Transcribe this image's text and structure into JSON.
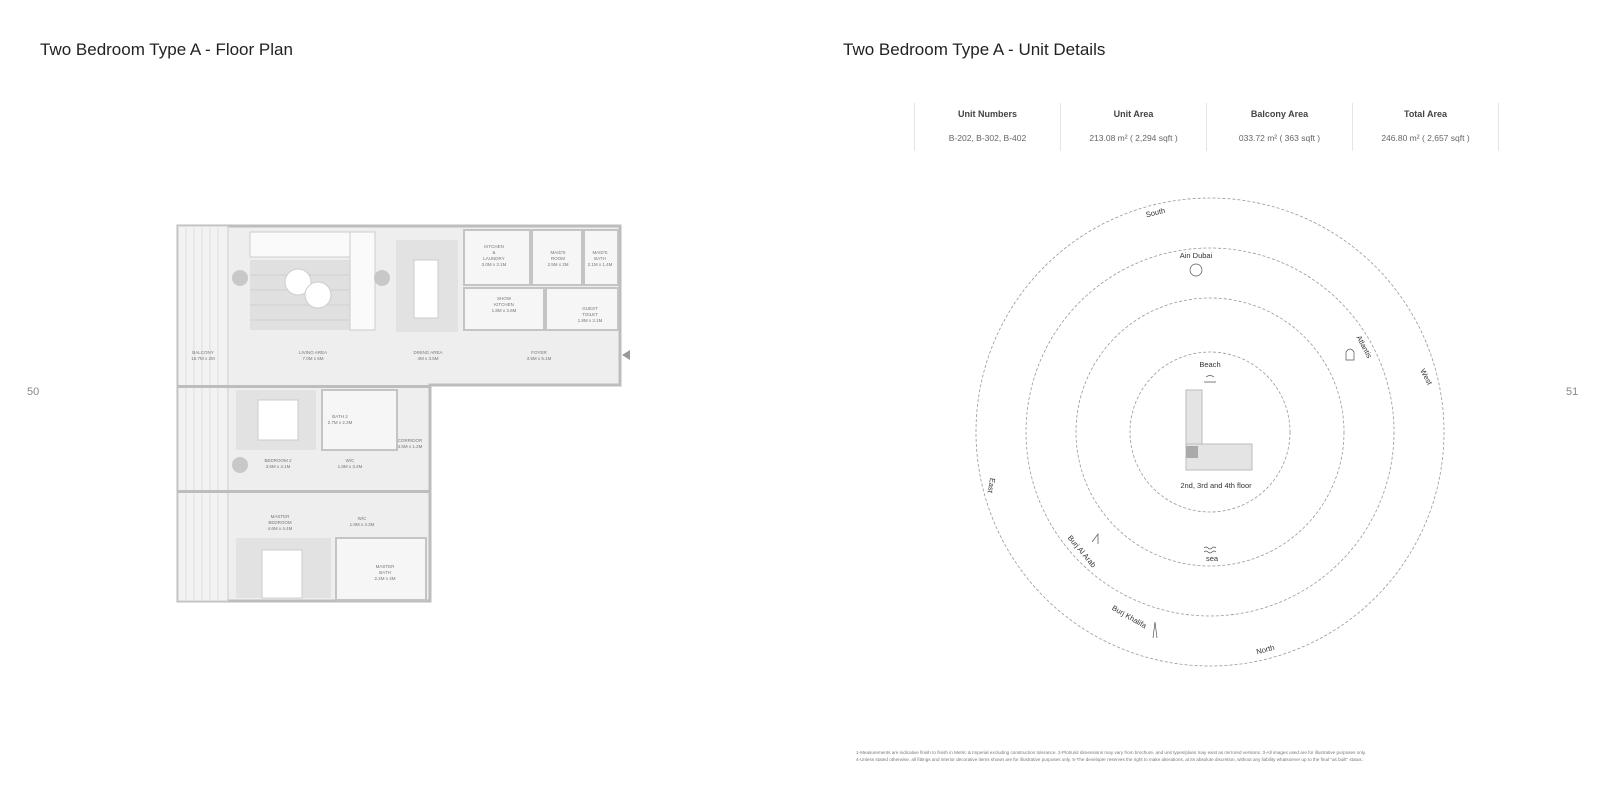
{
  "left_page": {
    "title": "Two Bedroom Type A - Floor Plan",
    "page_number": "50",
    "rooms": {
      "balcony": [
        "BALCONY",
        "16.7M x 2M"
      ],
      "living": [
        "LIVING AREA",
        "7.0M x 6M"
      ],
      "dining": [
        "DINING AREA",
        "4M x 3.5M"
      ],
      "foyer": [
        "FOYER",
        "3.5M x 5.1M"
      ],
      "kitchen": [
        "KITCHEN",
        "&",
        "LAUNDRY",
        "3.0M x 3.1M"
      ],
      "maids_room": [
        "MAID'S",
        "ROOM",
        "2.5M x 2M"
      ],
      "maids_bath": [
        "MAID'S",
        "BATH",
        "2.1M x 1.4M"
      ],
      "show_kitchen": [
        "SHOW",
        "KITCHEN",
        "1.8M x 3.6M"
      ],
      "guest_toilet": [
        "GUEST",
        "TOILET",
        "1.8M x 3.1M"
      ],
      "bath2": [
        "BATH 2",
        "2.7M x 2.3M"
      ],
      "corridor": [
        "CORRIDOR",
        "4.5M x 1.2M"
      ],
      "bedroom2": [
        "BEDROOM 2",
        "3.6M x 4.1M"
      ],
      "wic1": [
        "W/C",
        "1.8M x 3.4M"
      ],
      "master_bedroom": [
        "MASTER",
        "BEDROOM",
        "4.6M x 4.4M"
      ],
      "wic2": [
        "W/C",
        "1.8M x 4.3M"
      ],
      "master_bath": [
        "MASTER",
        "BATH",
        "2.2M x 4M"
      ]
    }
  },
  "right_page": {
    "title": "Two Bedroom Type A - Unit Details",
    "page_number": "51",
    "table": {
      "headers": [
        "Unit Numbers",
        "Unit Area",
        "Balcony Area",
        "Total Area"
      ],
      "values": [
        "B-202, B-302, B-402",
        "213.08 m² ( 2,294 sqft )",
        "033.72 m² ( 363 sqft )",
        "246.80 m² ( 2,657 sqft )"
      ]
    },
    "compass": {
      "south": "South",
      "north": "North",
      "east": "East",
      "west": "West",
      "ain_dubai": "Ain Dubai",
      "atlantis": "Atlantis",
      "beach": "Beach",
      "sea": "sea",
      "burj_al_arab": "Burj Al Arab",
      "burj_khalifa": "Burj Khalifa",
      "floors": "2nd, 3rd and 4th floor"
    },
    "footnote": [
      "1-Measurements are indicative finish to finish in Metric & Imperial excluding construction tolerance. 2-Plot/unit dimensions may vary from brochure, and unit types/plans may exist as mirrored versions. 3-All images used are for illustrative purposes only.",
      "4-Unless stated otherwise, all fittings and interior decorative items shown are for illustrative purposes only. 5-The developer reserves the right to make alterations, at its absolute discretion, without any liability whatsoever up to the final \"as built\" status."
    ]
  }
}
